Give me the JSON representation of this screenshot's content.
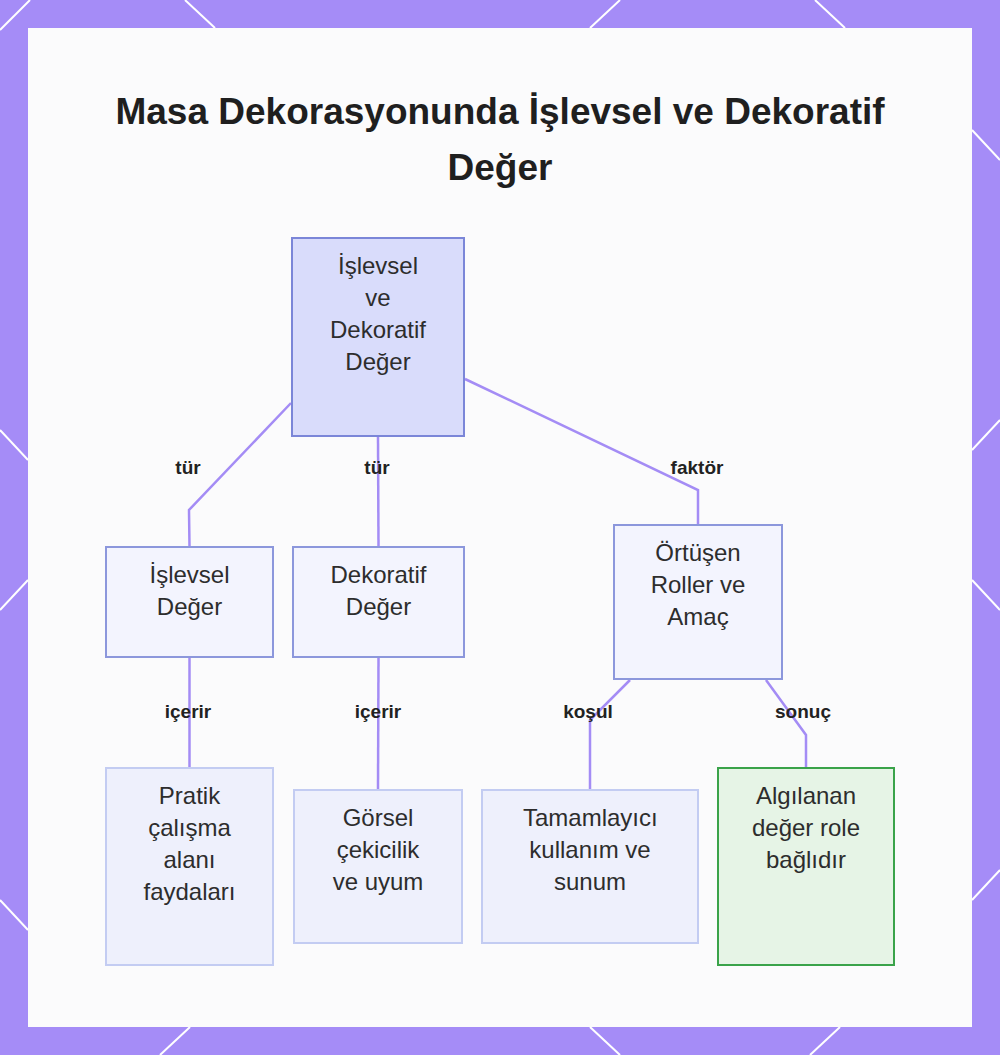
{
  "diagram": {
    "title": "Masa Dekorasyonunda İşlevsel ve Dekoratif Değer",
    "nodes": [
      {
        "text": [
          "İşlevsel ve Dekoratif Değer"
        ]
      },
      {
        "text": [
          "İşlevsel Değer"
        ]
      },
      {
        "text": [
          "Dekoratif Değer"
        ]
      },
      {
        "text": [
          "Örtüşen Roller ve Amaç"
        ]
      },
      {
        "text": [
          "Pratik çalışma alanı faydaları"
        ]
      },
      {
        "text": [
          "Görsel çekicilik ve uyum"
        ]
      },
      {
        "text": [
          "Tamamlayıcı kullanım ve sunum"
        ]
      },
      {
        "text": [
          "Algılanan değer role bağlıdır"
        ]
      }
    ],
    "edges": [
      {
        "from": 0,
        "to": 1,
        "label": "tür",
        "arrow": "none"
      },
      {
        "from": 0,
        "to": 2,
        "label": "tür",
        "arrow": "none"
      },
      {
        "from": 0,
        "to": 3,
        "label": "faktör",
        "arrow": "none"
      },
      {
        "from": 1,
        "to": 4,
        "label": "içerir",
        "arrow": "none"
      },
      {
        "from": 2,
        "to": 5,
        "label": "içerir",
        "arrow": "none"
      },
      {
        "from": 3,
        "to": 6,
        "label": "koşul",
        "arrow": "none"
      },
      {
        "from": 3,
        "to": 7,
        "label": "sonuç",
        "arrow": "none"
      }
    ]
  }
}
